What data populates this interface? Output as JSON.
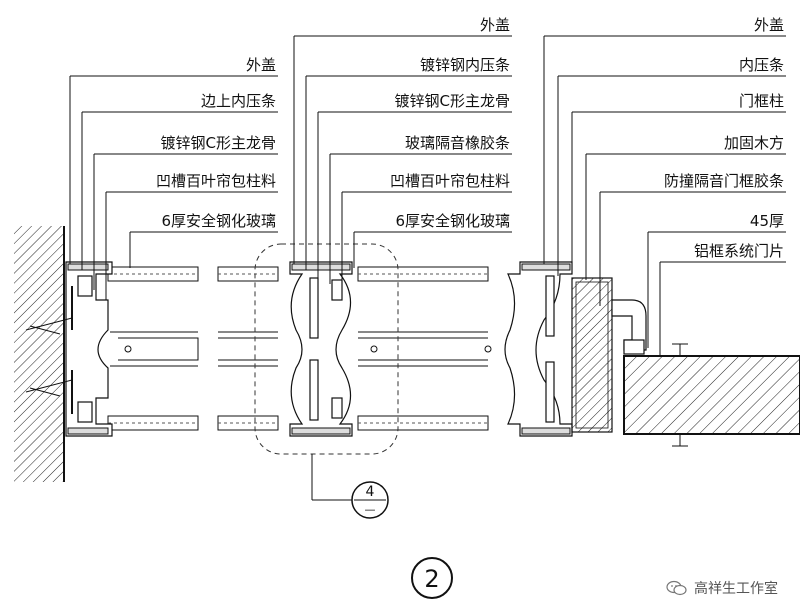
{
  "left_labels": [
    "外盖",
    "边上内压条",
    "镀锌钢C形主龙骨",
    "凹槽百叶帘包柱料",
    "6厚安全钢化玻璃"
  ],
  "mid_labels": [
    "外盖",
    "镀锌钢内压条",
    "镀锌钢C形主龙骨",
    "玻璃隔音橡胶条",
    "凹槽百叶帘包柱料",
    "6厚安全钢化玻璃"
  ],
  "right_labels": [
    "外盖",
    "内压条",
    "门框柱",
    "加固木方",
    "防撞隔音门框胶条",
    "45厚",
    "铝框系统门片"
  ],
  "detail_ref": {
    "number": "4",
    "sub": "—"
  },
  "drawing_number": "2",
  "watermark": "高祥生工作室"
}
